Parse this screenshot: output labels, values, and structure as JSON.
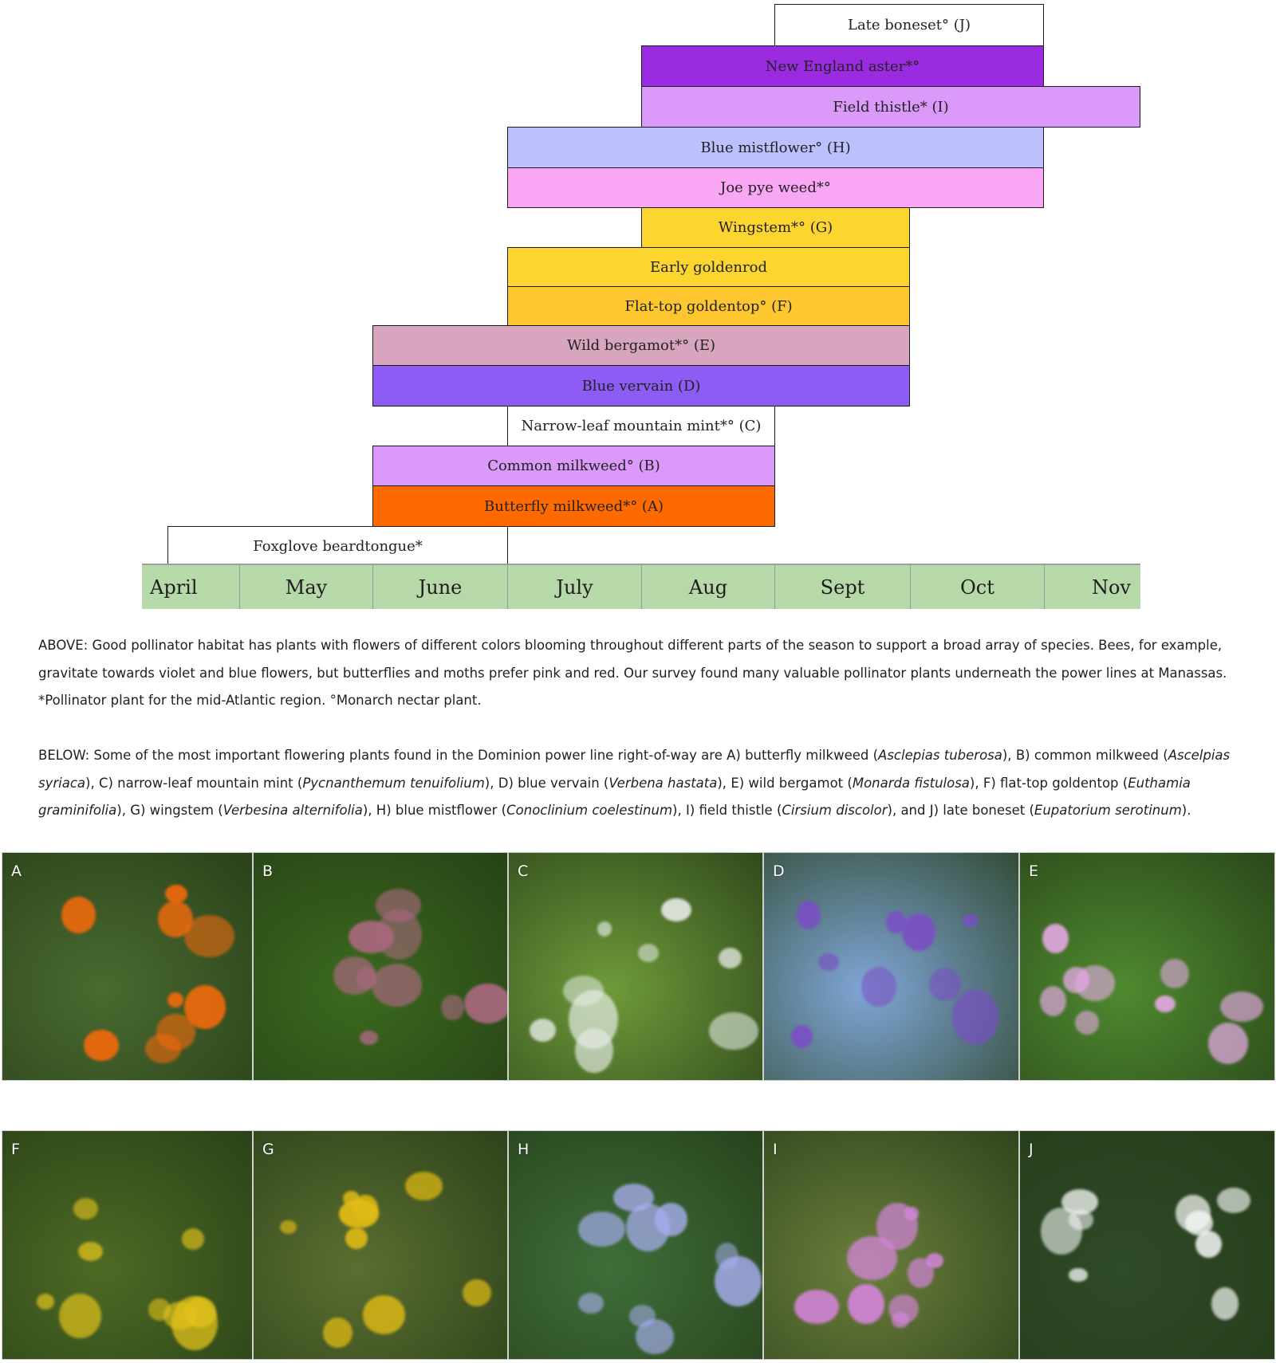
{
  "chart_data": {
    "type": "gantt-bar",
    "title": "",
    "xlabel": "",
    "ylabel": "",
    "months": [
      "April",
      "May",
      "June",
      "July",
      "Aug",
      "Sept",
      "Oct",
      "Nov"
    ],
    "axis_color": "#b7d8a9",
    "bars": [
      {
        "label": "Late boneset° (J)",
        "start": "Sept",
        "end": "Oct (end)",
        "start_month": 5.0,
        "end_month": 7.0,
        "color": "#ffffff"
      },
      {
        "label": "New England aster*°",
        "start": "Aug",
        "end": "Oct (end)",
        "start_month": 4.0,
        "end_month": 7.0,
        "color": "#9a2be0"
      },
      {
        "label": "Field thistle* (I)",
        "start": "Aug",
        "end": "Nov (end)",
        "start_month": 4.0,
        "end_month": 8.0,
        "color": "#db99fa"
      },
      {
        "label": "Blue mistflower° (H)",
        "start": "July",
        "end": "Oct (end)",
        "start_month": 3.0,
        "end_month": 7.0,
        "color": "#bcc0fd"
      },
      {
        "label": "Joe pye weed*°",
        "start": "July",
        "end": "Oct (end)",
        "start_month": 3.0,
        "end_month": 7.0,
        "color": "#f9a6f5"
      },
      {
        "label": "Wingstem*° (G)",
        "start": "Aug",
        "end": "Sept (end)",
        "start_month": 4.0,
        "end_month": 6.0,
        "color": "#fdd52f"
      },
      {
        "label": "Early goldenrod",
        "start": "July",
        "end": "Sept (end)",
        "start_month": 3.0,
        "end_month": 6.0,
        "color": "#fdd52f"
      },
      {
        "label": "Flat-top goldentop° (F)",
        "start": "July",
        "end": "Sept (end)",
        "start_month": 3.0,
        "end_month": 6.0,
        "color": "#fec62f"
      },
      {
        "label": "Wild bergamot*° (E)",
        "start": "June",
        "end": "Sept (end)",
        "start_month": 2.0,
        "end_month": 6.0,
        "color": "#d8a5be"
      },
      {
        "label": "Blue vervain (D)",
        "start": "June",
        "end": "Sept (end)",
        "start_month": 2.0,
        "end_month": 6.0,
        "color": "#8c5cf5"
      },
      {
        "label": "Narrow-leaf mountain mint*° (C)",
        "start": "July",
        "end": "Aug (end)",
        "start_month": 3.0,
        "end_month": 5.0,
        "color": "#ffffff"
      },
      {
        "label": "Common milkweed° (B)",
        "start": "June",
        "end": "Aug (end)",
        "start_month": 2.0,
        "end_month": 5.0,
        "color": "#db99fa"
      },
      {
        "label": "Butterfly milkweed*° (A)",
        "start": "June",
        "end": "Aug (end)",
        "start_month": 2.0,
        "end_month": 5.0,
        "color": "#ff6a00"
      },
      {
        "label": "Foxglove beardtongue*",
        "start": "mid-April",
        "end": "June (end)",
        "start_month": 0.2,
        "end_month": 3.0,
        "color": "#ffffff"
      }
    ],
    "legend_notes": [
      "*Pollinator plant for the mid-Atlantic region.",
      "°Monarch nectar plant."
    ]
  },
  "caption_above": {
    "text": "ABOVE: Good pollinator habitat has plants with flowers of different colors blooming throughout different parts of the season to support a broad array of species. Bees, for example, gravitate towards violet and blue flowers, but butterflies and moths prefer pink and red. Our survey found many valuable pollinator plants underneath the power lines at Manassas. *Pollinator plant for the mid-Atlantic region. °Monarch nectar plant."
  },
  "caption_below": {
    "intro": "BELOW: Some of the most important flowering plants found in the Dominion power line right-of-way are ",
    "items": [
      {
        "prefix": "A) butterfly milkweed (",
        "latin": "Asclepias tuberosa",
        "suffix": "), "
      },
      {
        "prefix": "B) common milkweed (",
        "latin": "Ascelpias syriaca",
        "suffix": "), "
      },
      {
        "prefix": "C) narrow-leaf mountain mint (",
        "latin": "Pycnanthemum tenuifolium",
        "suffix": "), "
      },
      {
        "prefix": "D) blue vervain (",
        "latin": "Verbena hastata",
        "suffix": "), "
      },
      {
        "prefix": "E) wild bergamot (",
        "latin": "Monarda fistulosa",
        "suffix": "), "
      },
      {
        "prefix": "F) flat-top goldentop (",
        "latin": "Euthamia graminifolia",
        "suffix": "), "
      },
      {
        "prefix": "G) wingstem (",
        "latin": "Verbesina alternifolia",
        "suffix": "), "
      },
      {
        "prefix": "H) blue mistflower (",
        "latin": "Conoclinium coelestinum",
        "suffix": "), "
      },
      {
        "prefix": "I) field thistle (",
        "latin": "Cirsium discolor",
        "suffix": "), and "
      },
      {
        "prefix": "J) late boneset (",
        "latin": "Eupatorium serotinum",
        "suffix": ")."
      }
    ]
  },
  "photos": [
    {
      "label": "A",
      "subject": "butterfly milkweed",
      "bg": "#4a6a30",
      "flower": "#f26a0c"
    },
    {
      "label": "B",
      "subject": "common milkweed",
      "bg": "#3b6a1e",
      "flower": "#a8687e"
    },
    {
      "label": "C",
      "subject": "narrow-leaf mountain mint",
      "bg": "#6f9a3a",
      "flower": "#e6ece6"
    },
    {
      "label": "D",
      "subject": "blue vervain",
      "bg": "#7fa6d6",
      "flower": "#7a4fc4"
    },
    {
      "label": "E",
      "subject": "wild bergamot",
      "bg": "#4f8a2f",
      "flower": "#e6a9e6"
    },
    {
      "label": "F",
      "subject": "flat-top goldentop",
      "bg": "#4d6a24",
      "flower": "#e6c51a"
    },
    {
      "label": "G",
      "subject": "wingstem",
      "bg": "#5b6e30",
      "flower": "#e2bc14"
    },
    {
      "label": "H",
      "subject": "blue mistflower",
      "bg": "#3f6e3a",
      "flower": "#a8aef0"
    },
    {
      "label": "I",
      "subject": "field thistle",
      "bg": "#6b7e3c",
      "flower": "#d585dc"
    },
    {
      "label": "J",
      "subject": "late boneset",
      "bg": "#2f4a28",
      "flower": "#f5f7f5"
    }
  ]
}
